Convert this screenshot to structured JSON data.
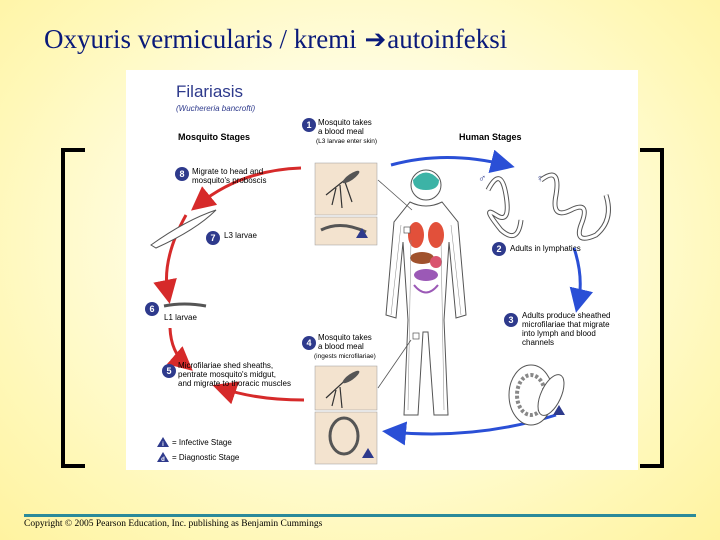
{
  "slide": {
    "title_left": "Oxyuris vermicularis / kremi",
    "title_arrow": "➔",
    "title_right": "autoinfeksi",
    "copyright": "Copyright © 2005 Pearson Education, Inc. publishing as Benjamin Cummings"
  },
  "diagram": {
    "title": "Filariasis",
    "subtitle": "(Wuchereria bancrofti)",
    "mosquito_stages_label": "Mosquito Stages",
    "human_stages_label": "Human Stages",
    "steps": [
      {
        "num": "1",
        "lines": [
          "Mosquito takes",
          "a blood meal",
          "(L3 larvae enter skin)"
        ]
      },
      {
        "num": "2",
        "lines": [
          "Adults in lymphatics"
        ]
      },
      {
        "num": "3",
        "lines": [
          "Adults produce sheathed",
          "microfilariae that migrate",
          "into lymph and blood",
          "channels"
        ]
      },
      {
        "num": "4",
        "lines": [
          "Mosquito takes",
          "a blood meal",
          "(ingests microfilariae)"
        ]
      },
      {
        "num": "5",
        "lines": [
          "Microfilariae shed sheaths,",
          "pentrate mosquito's midgut,",
          "and migrate to thoracic muscles"
        ]
      },
      {
        "num": "6",
        "lines": [
          "L1 larvae"
        ]
      },
      {
        "num": "7",
        "lines": [
          "L3 larvae"
        ]
      },
      {
        "num": "8",
        "lines": [
          "Migrate to head and",
          "mosquito's proboscis"
        ]
      }
    ],
    "legend": [
      {
        "symbol": "i",
        "text": "= Infective Stage"
      },
      {
        "symbol": "d",
        "text": "= Diagnostic Stage"
      }
    ],
    "male_symbol": "♂",
    "female_symbol": "♀",
    "colors": {
      "step_circle": "#2e3a8c",
      "arrow_red": "#d62a2a",
      "arrow_blue": "#2a4fd6",
      "brain": "#3cb3a6",
      "lungs": "#e2503a",
      "liver": "#a0522d",
      "kidney": "#d9536f",
      "intestine": "#9b59b6"
    }
  }
}
